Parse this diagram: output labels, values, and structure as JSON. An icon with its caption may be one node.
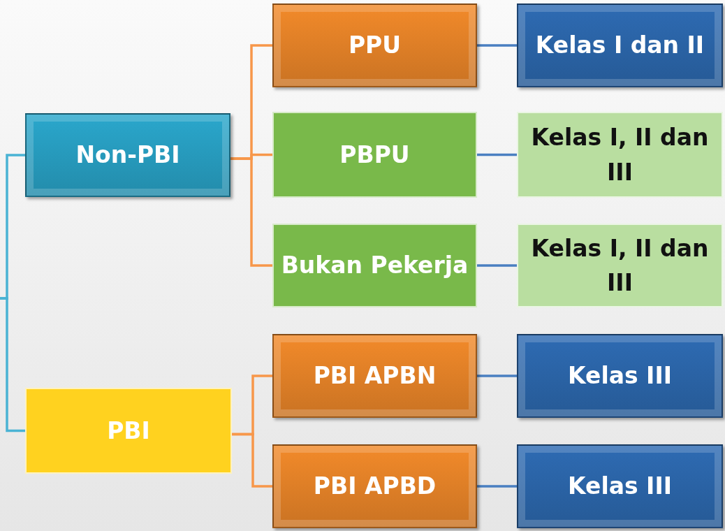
{
  "diagram": {
    "nodes": [
      {
        "text": [
          "Non-PBI"
        ]
      },
      {
        "text": [
          "PBI"
        ]
      },
      {
        "text": [
          "PPU"
        ]
      },
      {
        "text": [
          "PBPU"
        ]
      },
      {
        "text": [
          "Bukan Pekerja"
        ]
      },
      {
        "text": [
          "PBI APBN"
        ]
      },
      {
        "text": [
          "PBI APBD"
        ]
      },
      {
        "text": [
          "Kelas I dan II"
        ]
      },
      {
        "text": [
          "Kelas I, II dan III"
        ]
      },
      {
        "text": [
          "Kelas I, II dan III"
        ]
      },
      {
        "text": [
          "Kelas III"
        ]
      },
      {
        "text": [
          "Kelas III"
        ]
      }
    ],
    "edges": [
      {
        "from": null,
        "to": 0,
        "arrow": "none",
        "color": "#4ab3d4"
      },
      {
        "from": null,
        "to": 1,
        "arrow": "none",
        "color": "#4ab3d4"
      },
      {
        "from": 0,
        "to": 2,
        "arrow": "none"
      },
      {
        "from": 0,
        "to": 3,
        "arrow": "none"
      },
      {
        "from": 0,
        "to": 4,
        "arrow": "none"
      },
      {
        "from": 1,
        "to": 5,
        "arrow": "none"
      },
      {
        "from": 1,
        "to": 6,
        "arrow": "none"
      },
      {
        "from": 2,
        "to": 7,
        "arrow": "none",
        "color": "#4a7fc1"
      },
      {
        "from": 3,
        "to": 8,
        "arrow": "none",
        "color": "#4a7fc1"
      },
      {
        "from": 4,
        "to": 9,
        "arrow": "none",
        "color": "#4a7fc1"
      },
      {
        "from": 5,
        "to": 10,
        "arrow": "none",
        "color": "#4a7fc1"
      },
      {
        "from": 6,
        "to": 11,
        "arrow": "none",
        "color": "#4a7fc1"
      }
    ]
  }
}
